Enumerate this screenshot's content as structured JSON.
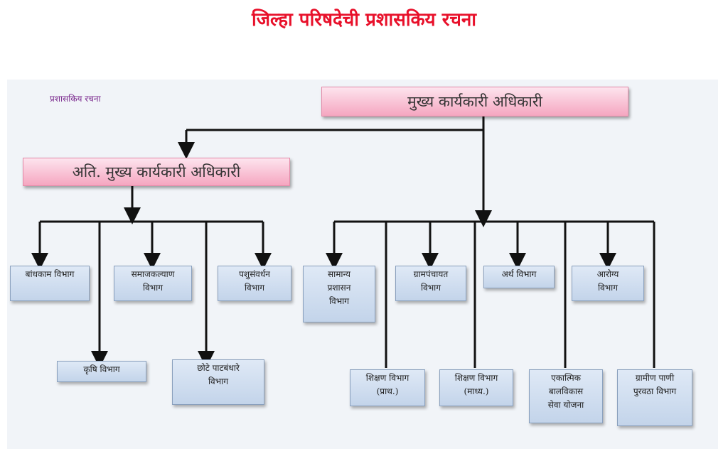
{
  "title": "जिल्हा परिषदेची प्रशासकिय रचना",
  "caption": "प्रशासकिय रचना",
  "ceo": "मुख्य कार्यकारी अधिकारी",
  "addl_ceo": "अति. मुख्य कार्यकारी अधिकारी",
  "left_departments": {
    "bandhkam": "बांधकाम विभाग",
    "krushi": "कृषि विभाग",
    "samajkalyan": "समाजकल्याण\nविभाग",
    "chhote_patbandhare": "छोटे पाटबंधारे\nविभाग",
    "pashusanvardhan": "पशुसंवर्धन\nविभाग"
  },
  "right_departments": {
    "samanya_prashasan": "सामान्य\nप्रशासन\nविभाग",
    "shikshan_prathamik": "शिक्षण विभाग\n(प्राथ.)",
    "grampanchayat": "ग्रामपंचायत\nविभाग",
    "shikshan_madhyamik": "शिक्षण विभाग\n(माध्य.)",
    "artha": "अर्थ विभाग",
    "balvikas": "एकात्मिक\nबालविकास\nसेवा योजना",
    "arogya": "आरोग्य\nविभाग",
    "gramin_pani": "ग्रामीण पाणी\nपुरवठा विभाग"
  }
}
